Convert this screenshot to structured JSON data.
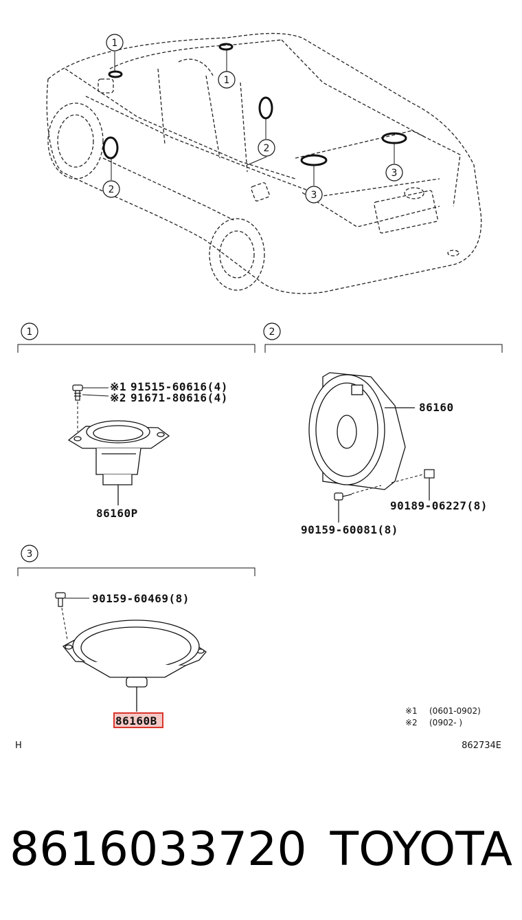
{
  "callouts": [
    "1",
    "2",
    "3"
  ],
  "sections": [
    {
      "num": "1",
      "parts": [
        {
          "mark": "※1",
          "number": "91515-60616(4)"
        },
        {
          "mark": "※2",
          "number": "91671-80616(4)"
        }
      ],
      "main_part": "86160P"
    },
    {
      "num": "2",
      "main_part": "86160",
      "parts": [
        {
          "number": "90189-06227(8)"
        },
        {
          "number": "90159-60081(8)"
        }
      ]
    },
    {
      "num": "3",
      "parts": [
        {
          "number": "90159-60469(8)"
        }
      ],
      "main_part": "86160B"
    }
  ],
  "notes": [
    {
      "mark": "※1",
      "text": "(0601-0902)"
    },
    {
      "mark": "※2",
      "text": "(0902-       )"
    }
  ],
  "footer": {
    "left_code": "H",
    "right_code": "862734E"
  },
  "bottom": {
    "part_number": "8616033720",
    "brand": "TOYOTA"
  },
  "colors": {
    "highlight": "#d9342b",
    "highlight_fill": "#f4c9c6",
    "line": "#111111"
  }
}
